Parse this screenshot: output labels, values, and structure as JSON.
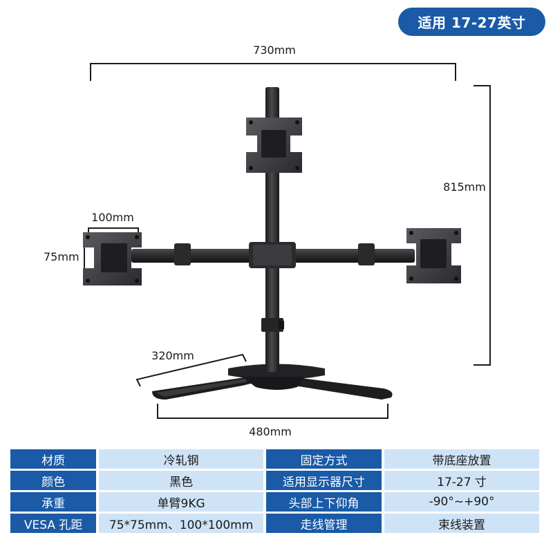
{
  "badge": {
    "text": "适用 17-27英寸"
  },
  "dimensions": {
    "top_width": "730mm",
    "height": "815mm",
    "vesa_width": "100mm",
    "vesa_height": "75mm",
    "base_depth": "320mm",
    "base_width": "480mm"
  },
  "specs": [
    {
      "label1": "材质",
      "value1": "冷轧钢",
      "label2": "固定方式",
      "value2": "带底座放置"
    },
    {
      "label1": "颜色",
      "value1": "黑色",
      "label2": "适用显示器尺寸",
      "value2": "17-27 寸"
    },
    {
      "label1": "承重",
      "value1": "单臂9KG",
      "label2": "头部上下仰角",
      "value2": "-90°~+90°"
    },
    {
      "label1": "VESA 孔距",
      "value1": "75*75mm、100*100mm",
      "label2": "走线管理",
      "value2": "束线装置"
    }
  ],
  "colors": {
    "brand_blue": "#1a5aa6",
    "cell_light": "#cfe3f6",
    "metal": "#2a2a2c"
  }
}
